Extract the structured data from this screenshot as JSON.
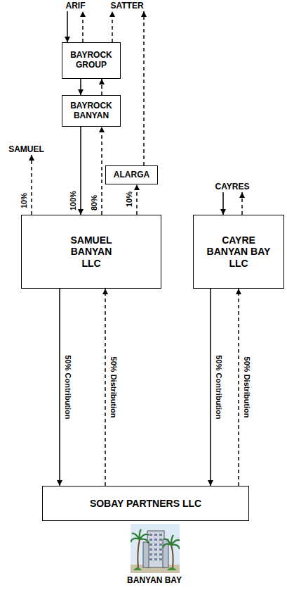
{
  "diagram": {
    "nodes": [
      {
        "text": [
          "ARIF"
        ]
      },
      {
        "text": [
          "SATTER"
        ]
      },
      {
        "text": [
          "BAYROCK GROUP"
        ]
      },
      {
        "text": [
          "BAYROCK BANYAN"
        ]
      },
      {
        "text": [
          "SAMUEL"
        ]
      },
      {
        "text": [
          "ALARGA"
        ]
      },
      {
        "text": [
          "CAYRES"
        ]
      },
      {
        "text": [
          "SAMUEL BANYAN LLC"
        ]
      },
      {
        "text": [
          "CAYRE BANYAN BAY LLC"
        ]
      },
      {
        "text": [
          "SOBAY PARTNERS LLC"
        ]
      }
    ],
    "edges": [
      {
        "from": 0,
        "to": 2,
        "arrow": "to"
      },
      {
        "from": 2,
        "to": 0,
        "arrow": "to"
      },
      {
        "from": 2,
        "to": 1,
        "arrow": "to"
      },
      {
        "from": 2,
        "to": 3,
        "arrow": "to"
      },
      {
        "from": 3,
        "to": 2,
        "arrow": "to"
      },
      {
        "from": 3,
        "to": 7,
        "label": "100%",
        "arrow": "to"
      },
      {
        "from": 7,
        "to": 3,
        "label": "80%",
        "arrow": "to"
      },
      {
        "from": 7,
        "to": 4,
        "label": "10%",
        "arrow": "to"
      },
      {
        "from": 7,
        "to": 5,
        "label": "10%",
        "arrow": "to"
      },
      {
        "from": 5,
        "to": 1,
        "arrow": "to"
      },
      {
        "from": 6,
        "to": 8,
        "arrow": "to"
      },
      {
        "from": 8,
        "to": 6,
        "arrow": "to"
      },
      {
        "from": 7,
        "to": 9,
        "label": "50% Contribution",
        "arrow": "to"
      },
      {
        "from": 9,
        "to": 7,
        "label": "50% Distribution",
        "arrow": "to"
      },
      {
        "from": 8,
        "to": 9,
        "label": "50% Contribution",
        "arrow": "to"
      },
      {
        "from": 9,
        "to": 8,
        "label": "50% Distribution",
        "arrow": "to"
      }
    ],
    "labels": [
      "BANYAN BAY"
    ]
  }
}
